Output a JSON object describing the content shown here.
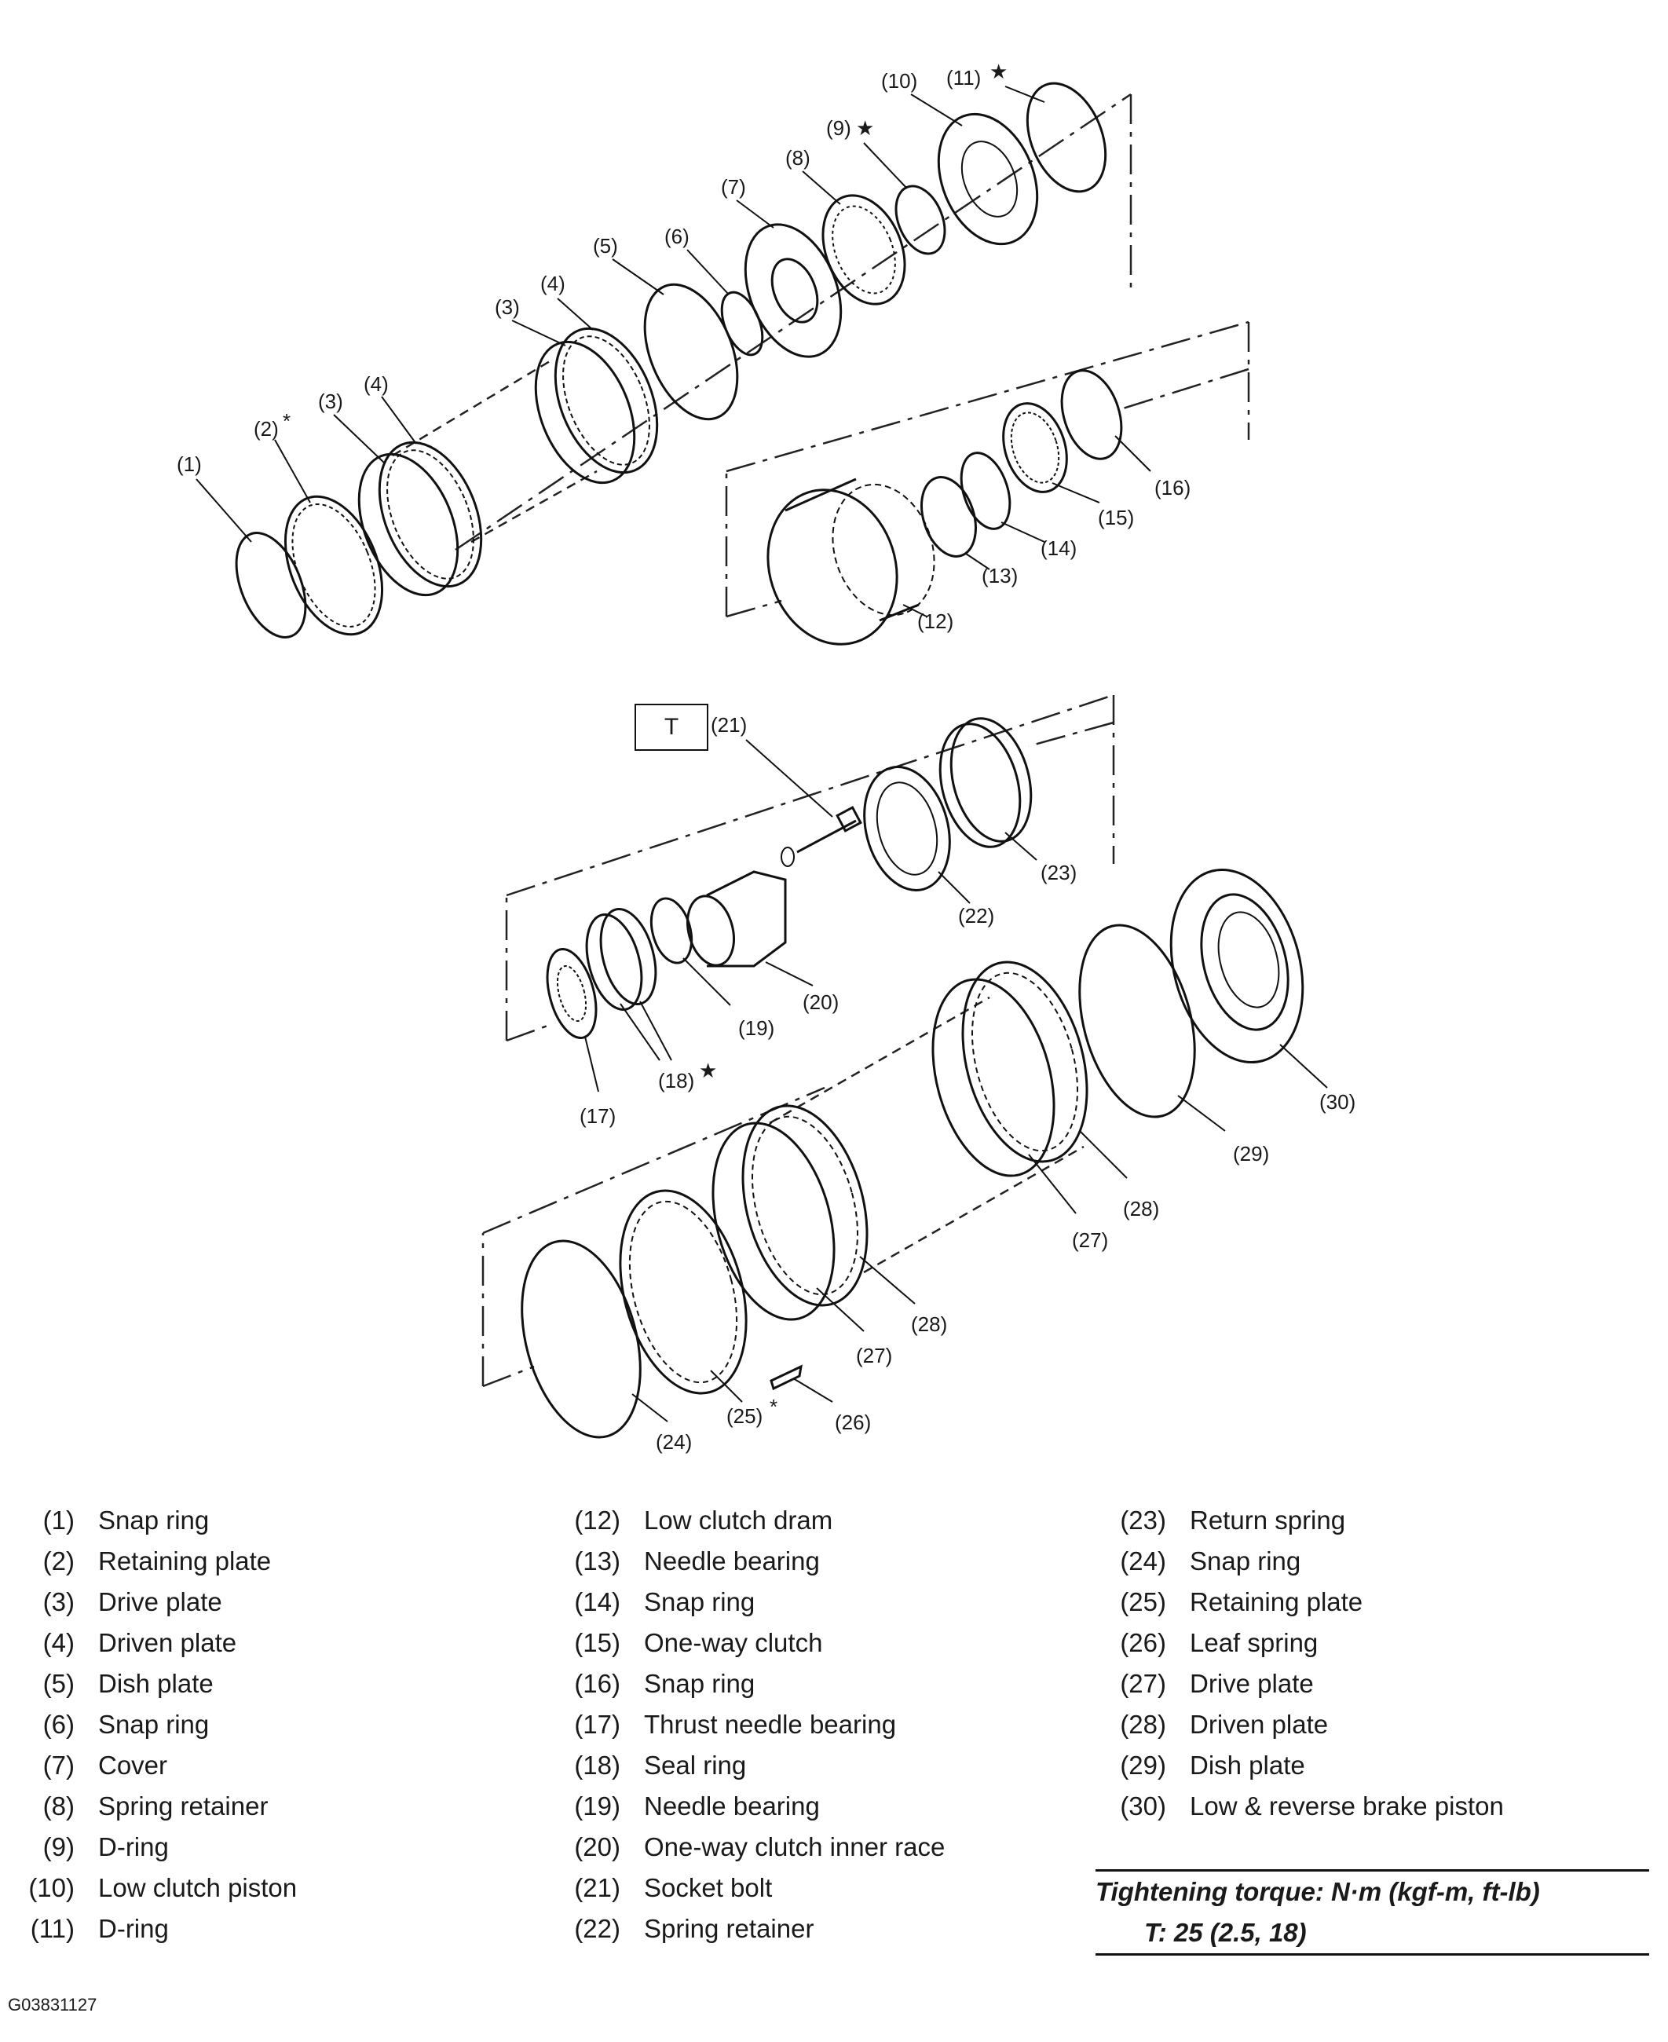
{
  "diagram": {
    "torque_box_label": "T",
    "callouts": {
      "c1": "(1)",
      "c2": "(2)",
      "c3a": "(3)",
      "c4a": "(4)",
      "c3b": "(3)",
      "c4b": "(4)",
      "c5": "(5)",
      "c6": "(6)",
      "c7": "(7)",
      "c8": "(8)",
      "c9": "(9)",
      "c10": "(10)",
      "c11": "(11)",
      "c12": "(12)",
      "c13": "(13)",
      "c14": "(14)",
      "c15": "(15)",
      "c16": "(16)",
      "c17": "(17)",
      "c18": "(18)",
      "c19": "(19)",
      "c20": "(20)",
      "c21": "(21)",
      "c22": "(22)",
      "c23": "(23)",
      "c24": "(24)",
      "c25": "(25)",
      "c26": "(26)",
      "c27a": "(27)",
      "c28a": "(28)",
      "c27b": "(27)",
      "c28b": "(28)",
      "c29": "(29)",
      "c30": "(30)"
    },
    "markers": {
      "star": "★",
      "asterisk": "*"
    }
  },
  "legend": {
    "columns": [
      [
        {
          "num": "(1)",
          "label": "Snap ring"
        },
        {
          "num": "(2)",
          "label": "Retaining plate"
        },
        {
          "num": "(3)",
          "label": "Drive plate"
        },
        {
          "num": "(4)",
          "label": "Driven plate"
        },
        {
          "num": "(5)",
          "label": "Dish plate"
        },
        {
          "num": "(6)",
          "label": "Snap ring"
        },
        {
          "num": "(7)",
          "label": "Cover"
        },
        {
          "num": "(8)",
          "label": "Spring retainer"
        },
        {
          "num": "(9)",
          "label": "D-ring"
        },
        {
          "num": "(10)",
          "label": "Low clutch piston"
        },
        {
          "num": "(11)",
          "label": "D-ring"
        }
      ],
      [
        {
          "num": "(12)",
          "label": "Low clutch dram"
        },
        {
          "num": "(13)",
          "label": "Needle bearing"
        },
        {
          "num": "(14)",
          "label": "Snap ring"
        },
        {
          "num": "(15)",
          "label": "One-way clutch"
        },
        {
          "num": "(16)",
          "label": "Snap ring"
        },
        {
          "num": "(17)",
          "label": "Thrust needle bearing"
        },
        {
          "num": "(18)",
          "label": "Seal ring"
        },
        {
          "num": "(19)",
          "label": "Needle bearing"
        },
        {
          "num": "(20)",
          "label": "One-way clutch inner race"
        },
        {
          "num": "(21)",
          "label": "Socket bolt"
        },
        {
          "num": "(22)",
          "label": "Spring retainer"
        }
      ],
      [
        {
          "num": "(23)",
          "label": "Return spring"
        },
        {
          "num": "(24)",
          "label": "Snap ring"
        },
        {
          "num": "(25)",
          "label": "Retaining plate"
        },
        {
          "num": "(26)",
          "label": "Leaf spring"
        },
        {
          "num": "(27)",
          "label": "Drive plate"
        },
        {
          "num": "(28)",
          "label": "Driven plate"
        },
        {
          "num": "(29)",
          "label": "Dish plate"
        },
        {
          "num": "(30)",
          "label": "Low & reverse brake piston"
        }
      ]
    ]
  },
  "torque": {
    "title": "Tightening torque: N·m (kgf-m, ft-lb)",
    "value": "T:  25 (2.5, 18)"
  },
  "figure_id": "G03831127"
}
